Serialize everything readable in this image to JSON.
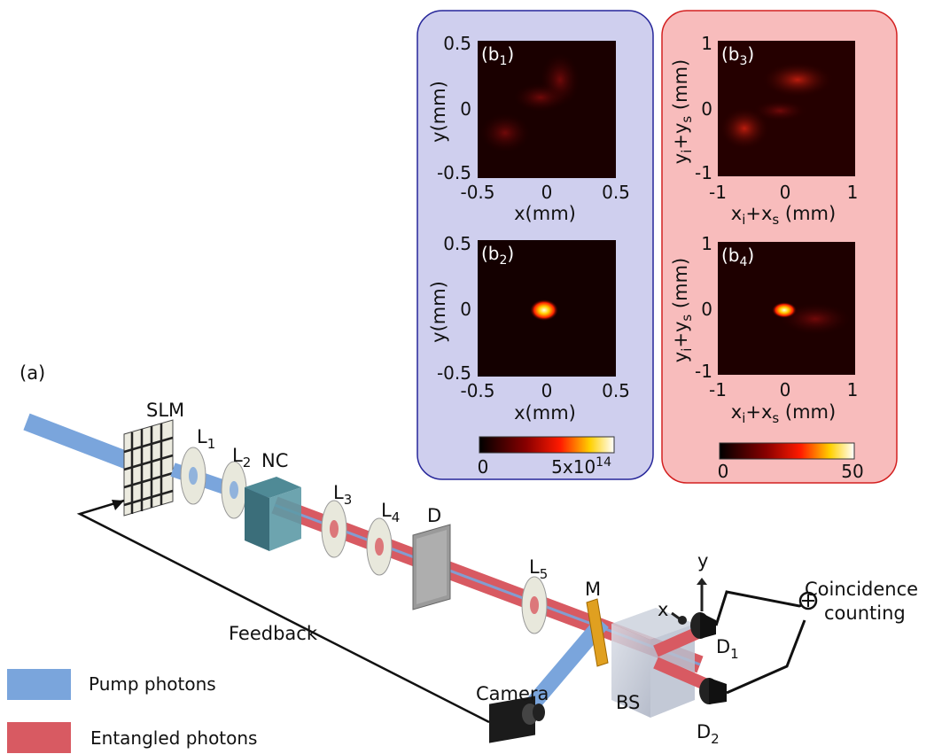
{
  "figure_label_a": "(a)",
  "components": {
    "slm": "SLM",
    "l1": "L",
    "l1_sub": "1",
    "l2": "L",
    "l2_sub": "2",
    "nc": "NC",
    "l3": "L",
    "l3_sub": "3",
    "l4": "L",
    "l4_sub": "4",
    "d": "D",
    "l5": "L",
    "l5_sub": "5",
    "m": "M",
    "bs": "BS",
    "camera": "Camera",
    "d1": "D",
    "d1_sub": "1",
    "d2": "D",
    "d2_sub": "2",
    "x_axis": "x",
    "y_axis": "y",
    "coincidence_line1": "Coincidence",
    "coincidence_line2": "counting",
    "feedback": "Feedback"
  },
  "legend": {
    "pump": "Pump photons",
    "entangled": "Entangled photons"
  },
  "colors": {
    "pump_beam": "#7aa5dc",
    "entangled_beam": "#d85a62",
    "blue_panel_bg": "#cfcfee",
    "blue_panel_border": "#27279a",
    "red_panel_bg": "#f8bcbc",
    "red_panel_border": "#d32020"
  },
  "panels": {
    "b1": {
      "tag": "(b",
      "sub": "1",
      "close": ")"
    },
    "b2": {
      "tag": "(b",
      "sub": "2",
      "close": ")"
    },
    "b3": {
      "tag": "(b",
      "sub": "3",
      "close": ")"
    },
    "b4": {
      "tag": "(b",
      "sub": "4",
      "close": ")"
    },
    "blue_ticks_y": [
      "0.5",
      "0",
      "-0.5"
    ],
    "blue_ticks_x": [
      "-0.5",
      "0",
      "0.5"
    ],
    "blue_ylabel": "y(mm)",
    "blue_xlabel": "x(mm)",
    "red_ticks_y": [
      "1",
      "0",
      "-1"
    ],
    "red_ticks_x": [
      "-1",
      "0",
      "1"
    ],
    "red_ylabel": "y",
    "red_ylabel_i": "i",
    "red_ylabel_plus": "+y",
    "red_ylabel_s": "s",
    "red_ylabel_unit": " (mm)",
    "red_xlabel": "x",
    "red_xlabel_i": "i",
    "red_xlabel_plus": "+x",
    "red_xlabel_s": "s",
    "red_xlabel_unit": " (mm)",
    "blue_cbar_min": "0",
    "blue_cbar_max": "5x10",
    "blue_cbar_exp": "14",
    "red_cbar_min": "0",
    "red_cbar_max": "50"
  }
}
